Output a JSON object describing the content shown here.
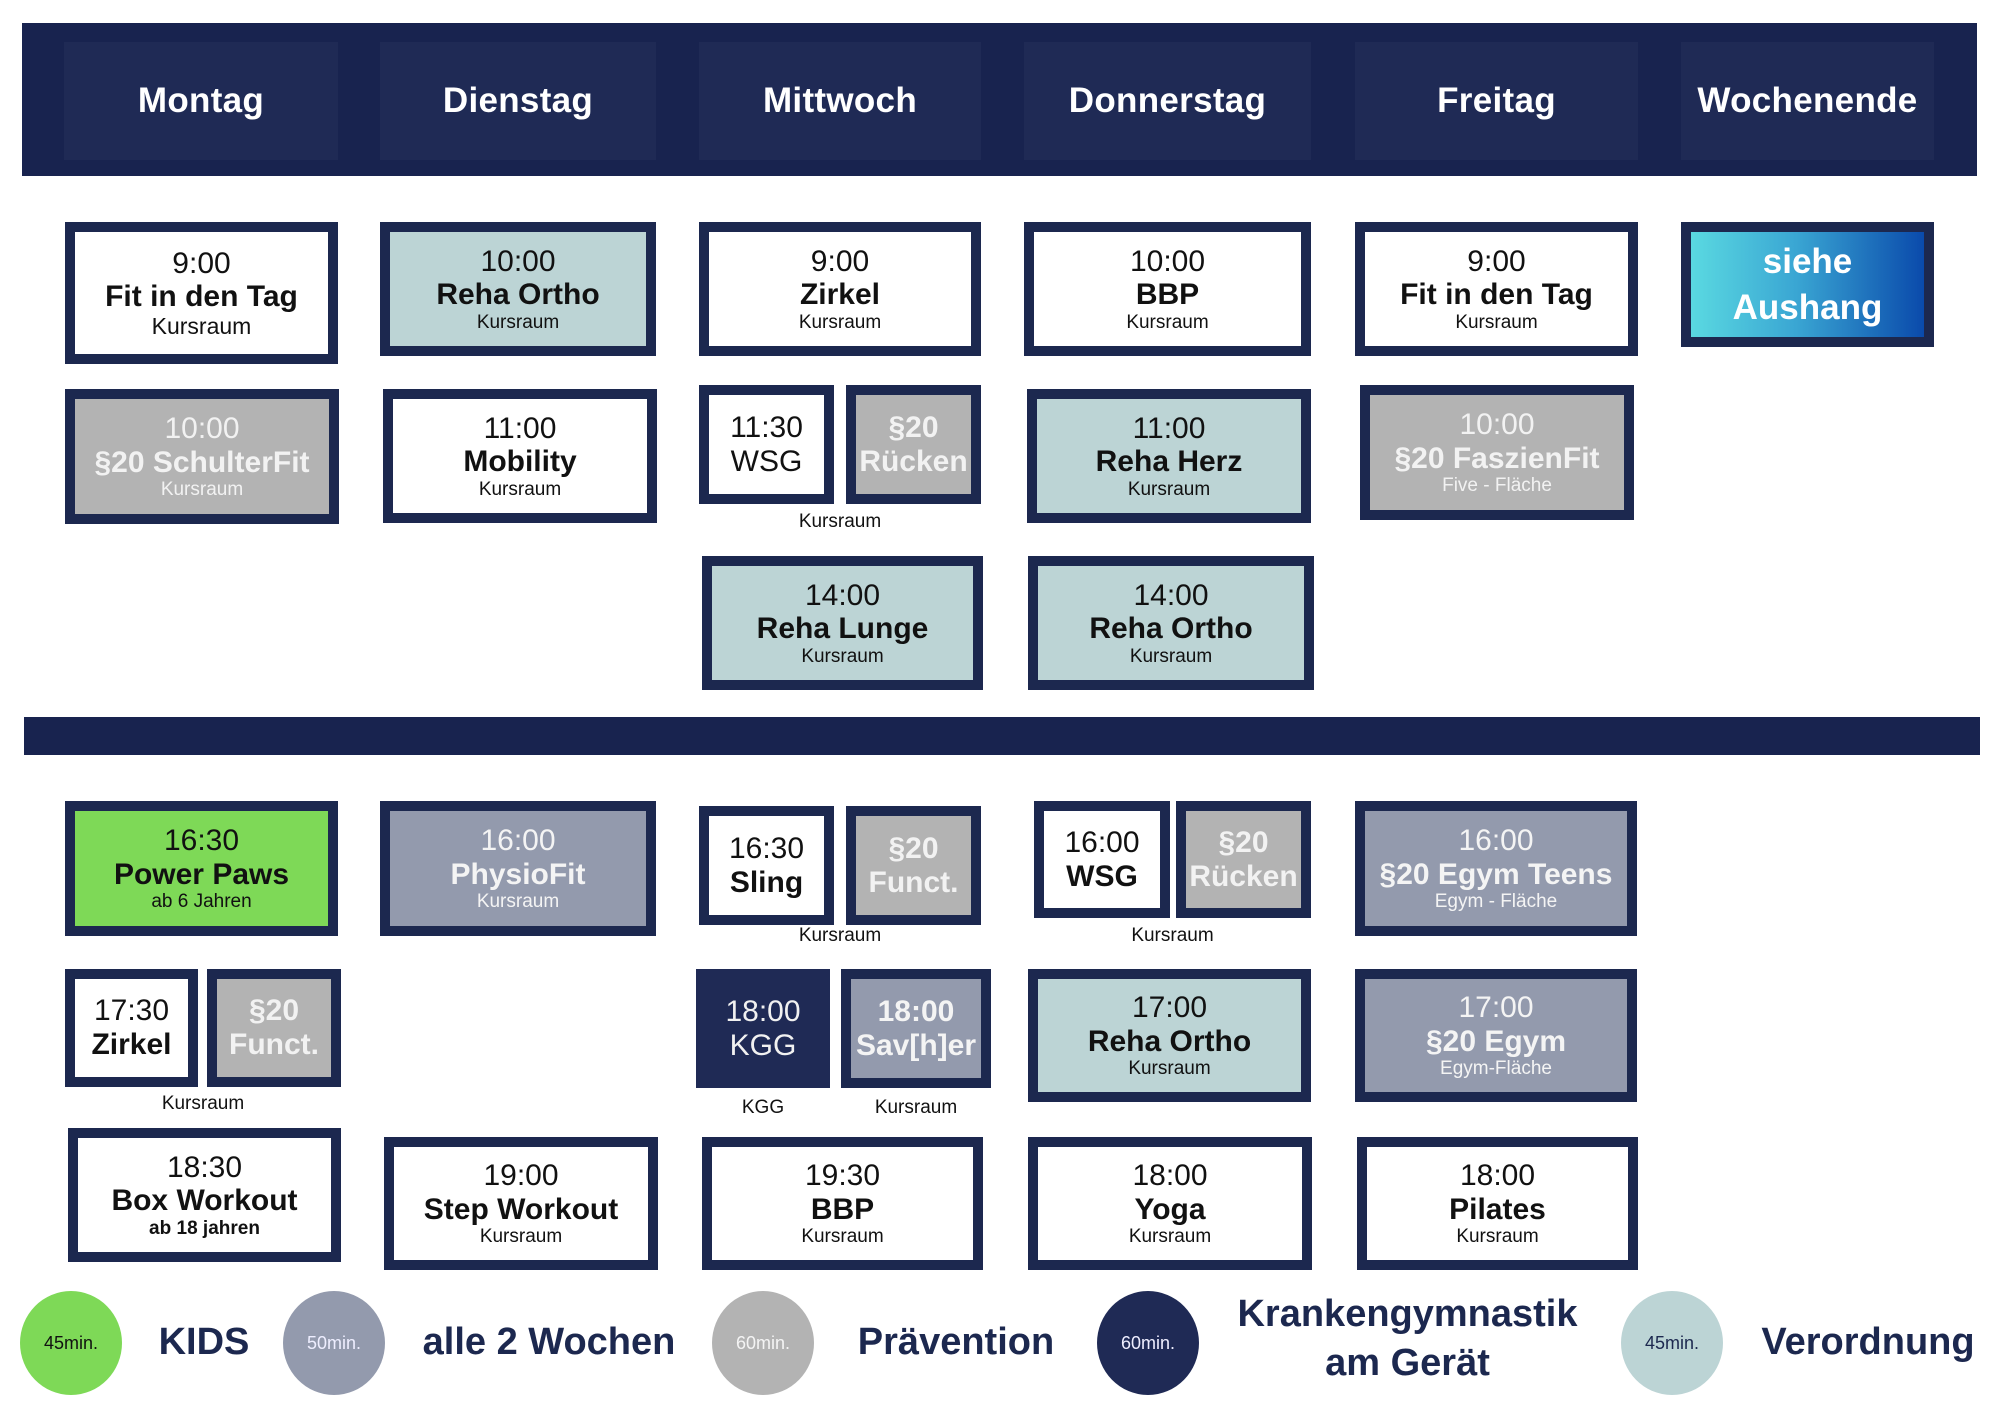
{
  "header": {
    "days": [
      "Montag",
      "Dienstag",
      "Mittwoch",
      "Donnerstag",
      "Freitag",
      "Wochenende"
    ]
  },
  "colors": {
    "navy": "#18234f",
    "verordnung_teal": "#bcd4d5",
    "praevention_gray": "#b3b3b3",
    "alle2wochen_slate": "#939aad",
    "kids_green": "#7ed957",
    "kgg_navy": "#1f2a55"
  },
  "morning": {
    "montag": [
      {
        "time": "9:00",
        "name": "Fit in den Tag",
        "room": "Kursraum",
        "type": "standard"
      },
      {
        "time": "10:00",
        "name": "§20 SchulterFit",
        "room": "Kursraum",
        "type": "praevention"
      }
    ],
    "dienstag": [
      {
        "time": "10:00",
        "name": "Reha Ortho",
        "room": "Kursraum",
        "type": "verordnung"
      },
      {
        "time": "11:00",
        "name": "Mobility",
        "room": "Kursraum",
        "type": "standard"
      }
    ],
    "mittwoch": [
      {
        "time": "9:00",
        "name": "Zirkel",
        "room": "Kursraum",
        "type": "standard"
      },
      {
        "split": true,
        "left": {
          "time": "11:30",
          "name": "WSG",
          "type": "standard"
        },
        "right": {
          "line1": "§20",
          "line2": "Rücken",
          "type": "praevention"
        },
        "room": "Kursraum"
      },
      {
        "time": "14:00",
        "name": "Reha Lunge",
        "room": "Kursraum",
        "type": "verordnung"
      }
    ],
    "donnerstag": [
      {
        "time": "10:00",
        "name": "BBP",
        "room": "Kursraum",
        "type": "standard"
      },
      {
        "time": "11:00",
        "name": "Reha Herz",
        "room": "Kursraum",
        "type": "verordnung"
      },
      {
        "time": "14:00",
        "name": "Reha Ortho",
        "room": "Kursraum",
        "type": "verordnung"
      }
    ],
    "freitag": [
      {
        "time": "9:00",
        "name": "Fit in den Tag",
        "room": "Kursraum",
        "type": "standard"
      },
      {
        "time": "10:00",
        "name": "§20 FaszienFit",
        "room": "Five - Fläche",
        "type": "praevention"
      }
    ],
    "wochenende": [
      {
        "line1": "siehe",
        "line2": "Aushang",
        "type": "notice"
      }
    ]
  },
  "afternoon": {
    "montag": [
      {
        "time": "16:30",
        "name": "Power Paws",
        "room": "ab 6 Jahren",
        "type": "kids"
      },
      {
        "split": true,
        "left": {
          "time": "17:30",
          "name": "Zirkel",
          "type": "standard"
        },
        "right": {
          "line1": "§20",
          "line2": "Funct.",
          "type": "praevention"
        },
        "room": "Kursraum"
      },
      {
        "time": "18:30",
        "name": "Box Workout",
        "room": "ab 18 jahren",
        "type": "standard"
      }
    ],
    "dienstag": [
      {
        "time": "16:00",
        "name": "PhysioFit",
        "room": "Kursraum",
        "type": "alle2wochen"
      },
      {
        "time": "19:00",
        "name": "Step Workout",
        "room": "Kursraum",
        "type": "standard"
      }
    ],
    "mittwoch": [
      {
        "split": true,
        "left": {
          "time": "16:30",
          "name": "Sling",
          "type": "standard"
        },
        "right": {
          "line1": "§20",
          "line2": "Funct.",
          "type": "praevention"
        },
        "room": "Kursraum"
      },
      {
        "split": true,
        "left": {
          "time": "18:00",
          "name": "KGG",
          "type": "kgg",
          "room": "KGG"
        },
        "right": {
          "line1": "18:00",
          "line2": "Sav[h]er",
          "type": "alle2wochen",
          "room": "Kursraum"
        }
      },
      {
        "time": "19:30",
        "name": "BBP",
        "room": "Kursraum",
        "type": "standard"
      }
    ],
    "donnerstag": [
      {
        "split": true,
        "left": {
          "time": "16:00",
          "name": "WSG",
          "type": "standard"
        },
        "right": {
          "line1": "§20",
          "line2": "Rücken",
          "type": "praevention"
        },
        "room": "Kursraum"
      },
      {
        "time": "17:00",
        "name": "Reha Ortho",
        "room": "Kursraum",
        "type": "verordnung"
      },
      {
        "time": "18:00",
        "name": "Yoga",
        "room": "Kursraum",
        "type": "standard"
      }
    ],
    "freitag": [
      {
        "time": "16:00",
        "name": "§20 Egym Teens",
        "room": "Egym - Fläche",
        "type": "alle2wochen"
      },
      {
        "time": "17:00",
        "name": "§20 Egym",
        "room": "Egym-Fläche",
        "type": "alle2wochen"
      },
      {
        "time": "18:00",
        "name": "Pilates",
        "room": "Kursraum",
        "type": "standard"
      }
    ]
  },
  "legend": [
    {
      "duration": "45min.",
      "label": "KIDS",
      "color": "#7ed957"
    },
    {
      "duration": "50min.",
      "label": "alle 2 Wochen",
      "color": "#939aad"
    },
    {
      "duration": "60min.",
      "label": "Prävention",
      "color": "#b3b3b3"
    },
    {
      "duration": "60min.",
      "label": "Krankengymnastik am Gerät",
      "label_line1": "Krankengymnastik",
      "label_line2": "am Gerät",
      "color": "#1f2a55"
    },
    {
      "duration": "45min.",
      "label": "Verordnung",
      "color": "#bcd4d5"
    }
  ]
}
